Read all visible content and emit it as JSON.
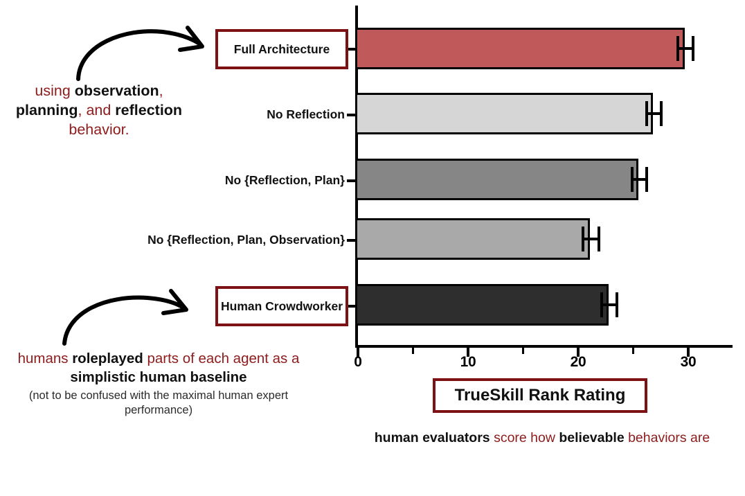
{
  "chart_data": {
    "type": "bar",
    "orientation": "horizontal",
    "title": "",
    "xlabel": "TrueSkill Rank Rating",
    "ylabel": "",
    "xlim": [
      0,
      34
    ],
    "xticks": [
      0,
      10,
      20,
      30
    ],
    "xticklabels": [
      "0",
      "10",
      "20",
      "30"
    ],
    "xminorticks": [
      5,
      15,
      25
    ],
    "grid": false,
    "legend": null,
    "categories": [
      "Full Architecture",
      "No Reflection",
      "No {Reflection, Plan}",
      "No {Reflection, Plan, Observation}",
      "Human Crowdworker"
    ],
    "values": [
      29.8,
      26.9,
      25.6,
      21.2,
      22.9
    ],
    "errors": [
      0.7,
      0.66,
      0.66,
      0.73,
      0.72
    ],
    "bar_colors": [
      "#c05a5a",
      "#d6d6d6",
      "#868686",
      "#a9a9a9",
      "#2e2e2e"
    ],
    "bar_edge_color": "#000000"
  },
  "axis": {
    "x_title": "TrueSkill Rank Rating",
    "tick_labels": [
      "0",
      "10",
      "20",
      "30"
    ]
  },
  "categories": [
    {
      "label": "Full Architecture",
      "highlighted": true
    },
    {
      "label": "No Reflection",
      "highlighted": false
    },
    {
      "label": "No {Reflection, Plan}",
      "highlighted": false
    },
    {
      "label": "No {Reflection, Plan, Observation}",
      "highlighted": false
    },
    {
      "label": "Human Crowdworker",
      "highlighted": true
    }
  ],
  "annotations": {
    "top": {
      "parts": [
        {
          "text": "using ",
          "style": "red"
        },
        {
          "text": "observation",
          "style": "bold"
        },
        {
          "text": ", ",
          "style": "red"
        },
        {
          "text": "planning",
          "style": "bold"
        },
        {
          "text": ", and ",
          "style": "red"
        },
        {
          "text": "reflection ",
          "style": "bold"
        },
        {
          "text": "behavior.",
          "style": "red"
        }
      ]
    },
    "bottom": {
      "parts": [
        {
          "text": "humans ",
          "style": "red"
        },
        {
          "text": "roleplayed ",
          "style": "bold"
        },
        {
          "text": "parts of each agent as a ",
          "style": "red"
        },
        {
          "text": "simplistic human baseline",
          "style": "bold"
        }
      ],
      "note": "(not to be confused with the maximal human expert performance)"
    },
    "x_subtitle": {
      "parts": [
        {
          "text": "human evaluators ",
          "style": "bold"
        },
        {
          "text": "score how ",
          "style": "red"
        },
        {
          "text": "believable ",
          "style": "bold"
        },
        {
          "text": "behaviors are",
          "style": "red"
        }
      ]
    }
  },
  "colors": {
    "accent_red": "#8e1b1b",
    "box_border": "#7d1113",
    "bar_red": "#c05a5a",
    "ink": "#111111"
  },
  "icons": {
    "arrow_top": "curved-arrow-icon",
    "arrow_bottom": "curved-arrow-icon"
  }
}
